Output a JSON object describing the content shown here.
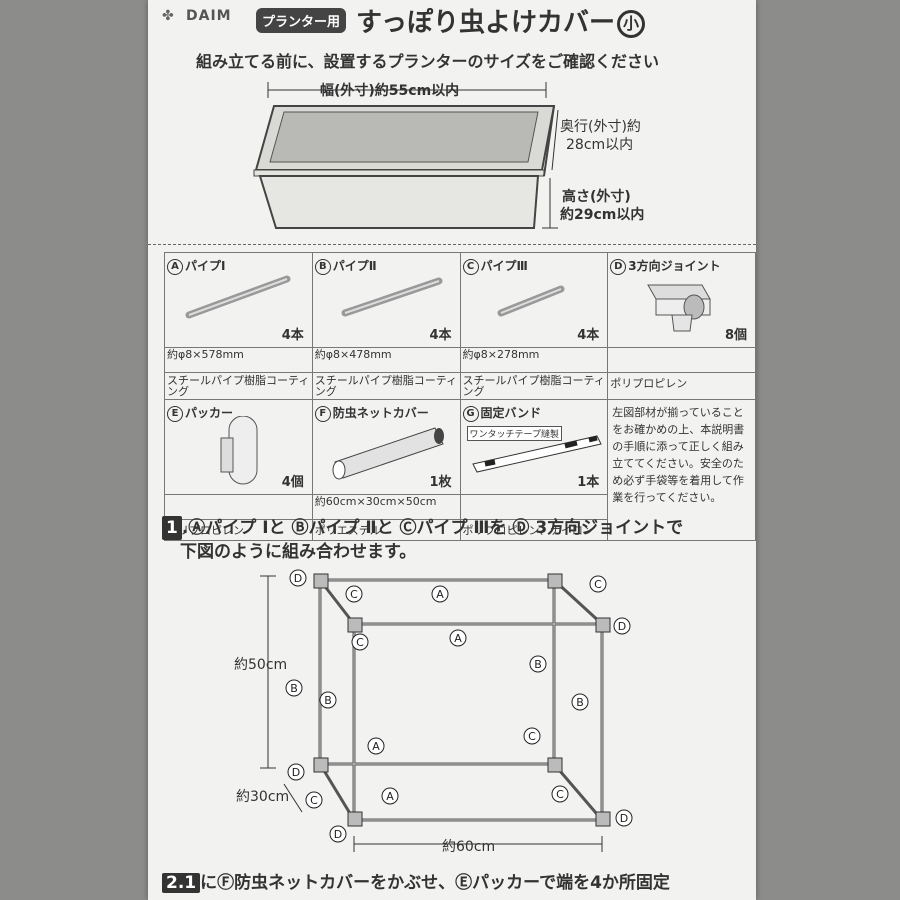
{
  "header": {
    "brand": "DAIM",
    "category_tag": "プランター用",
    "title": "すっぽり虫よけカバー",
    "size_badge": "小"
  },
  "notice": "組み立てる前に、設置するプランターのサイズをご確認ください",
  "planter": {
    "width_label": "幅(外寸)約55cm以内",
    "depth_label_1": "奥行(外寸)約",
    "depth_label_2": "28cm以内",
    "height_label_1": "高さ(外寸)",
    "height_label_2": "約29cm以内"
  },
  "parts": [
    {
      "letter": "A",
      "name": "パイプⅠ",
      "qty": "4本",
      "spec": "約φ8×578mm",
      "material": "スチールパイプ樹脂コーティング"
    },
    {
      "letter": "B",
      "name": "パイプⅡ",
      "qty": "4本",
      "spec": "約φ8×478mm",
      "material": "スチールパイプ樹脂コーティング"
    },
    {
      "letter": "C",
      "name": "パイプⅢ",
      "qty": "4本",
      "spec": "約φ8×278mm",
      "material": "スチールパイプ樹脂コーティング"
    },
    {
      "letter": "D",
      "name": "3方向ジョイント",
      "qty": "8個",
      "spec": "",
      "material": "ポリプロピレン"
    },
    {
      "letter": "E",
      "name": "パッカー",
      "qty": "4個",
      "spec": "",
      "material": "ポリプロピレン"
    },
    {
      "letter": "F",
      "name": "防虫ネットカバー",
      "qty": "1枚",
      "spec": "約60cm×30cm×50cm",
      "material": "ポリエステル"
    },
    {
      "letter": "G",
      "name": "固定バンド",
      "qty": "1本",
      "spec": "",
      "material": "ポリプロピレン、ナイロン",
      "band_label": "ワンタッチテープ縫製"
    }
  ],
  "parts_note": "左図部材が揃っていることをお確かめの上、本説明書の手順に添って正しく組み立ててください。安全のため必ず手袋等を着用して作業を行ってください。",
  "step1": {
    "number": "1",
    "line1": ".Ⓐパイプ Ⅰと Ⓑパイプ Ⅱと Ⓒパイプ Ⅲを Ⓓ 3方向ジョイントで",
    "line2": "下図のように組み合わせます。"
  },
  "frame": {
    "height_label": "約50cm",
    "depth_label": "約30cm",
    "width_label": "約60cm"
  },
  "step2": {
    "number": "2.1",
    "text": "にⒻ防虫ネットカバーをかぶせ、Ⓔパッカーで端を4か所固定"
  }
}
